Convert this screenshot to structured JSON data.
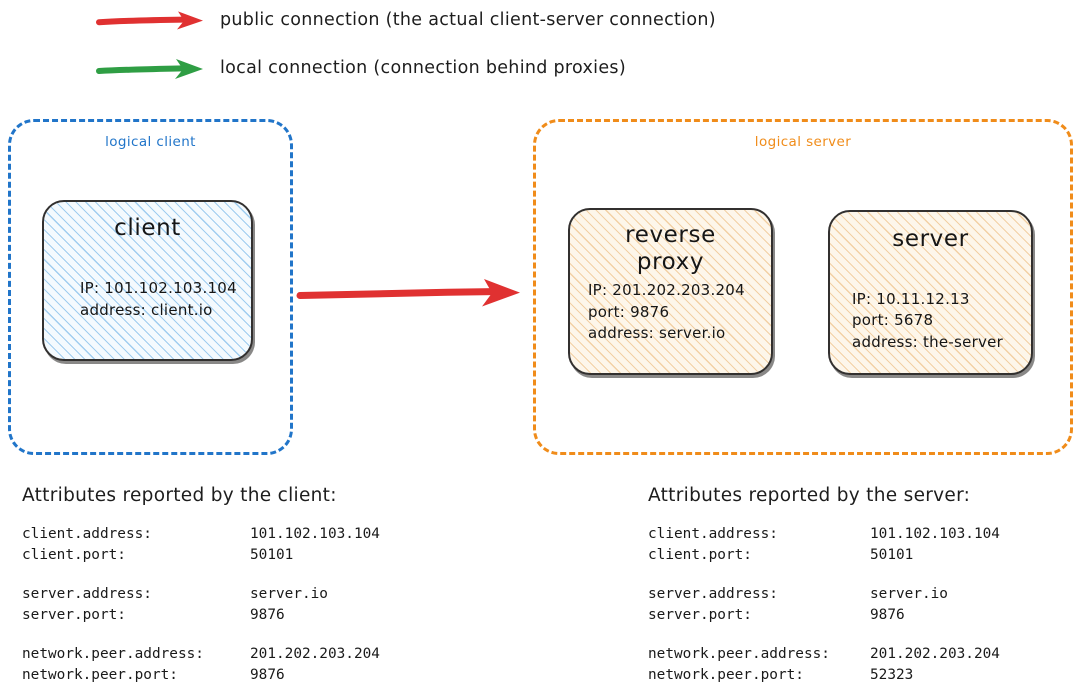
{
  "legend": {
    "items": [
      {
        "icon": "red-arrow-icon",
        "color": "#e03131",
        "label": "public connection (the actual client-server connection)"
      },
      {
        "icon": "green-arrow-icon",
        "color": "#2f9e44",
        "label": "local connection (connection behind proxies)"
      }
    ]
  },
  "diagram": {
    "client_group": {
      "label": "logical client",
      "color": "#2175c9",
      "node": {
        "title": "client",
        "body": "IP: 101.102.103.104\naddress: client.io"
      }
    },
    "server_group": {
      "label": "logical server",
      "color": "#f08c1a",
      "nodes": [
        {
          "title": "reverse\nproxy",
          "body": "IP: 201.202.203.204\nport: 9876\naddress: server.io"
        },
        {
          "title": "server",
          "body": "IP: 10.11.12.13\nport: 5678\naddress: the-server"
        }
      ]
    },
    "main_connection": {
      "icon": "red-arrow-icon",
      "color": "#e03131",
      "from": "client",
      "to": "reverse proxy"
    }
  },
  "tables": [
    {
      "id": "client",
      "heading": "Attributes reported by the client:",
      "groups": [
        [
          {
            "key": "client.address:",
            "value": "101.102.103.104"
          },
          {
            "key": "client.port:",
            "value": "50101"
          }
        ],
        [
          {
            "key": "server.address:",
            "value": "server.io"
          },
          {
            "key": "server.port:",
            "value": "9876"
          }
        ],
        [
          {
            "key": "network.peer.address:",
            "value": "201.202.203.204"
          },
          {
            "key": "network.peer.port:",
            "value": "9876"
          }
        ]
      ]
    },
    {
      "id": "server",
      "heading": "Attributes reported by the server:",
      "groups": [
        [
          {
            "key": "client.address:",
            "value": "101.102.103.104"
          },
          {
            "key": "client.port:",
            "value": "50101"
          }
        ],
        [
          {
            "key": "server.address:",
            "value": "server.io"
          },
          {
            "key": "server.port:",
            "value": "9876"
          }
        ],
        [
          {
            "key": "network.peer.address:",
            "value": "201.202.203.204"
          },
          {
            "key": "network.peer.port:",
            "value": "52323"
          }
        ]
      ]
    }
  ]
}
